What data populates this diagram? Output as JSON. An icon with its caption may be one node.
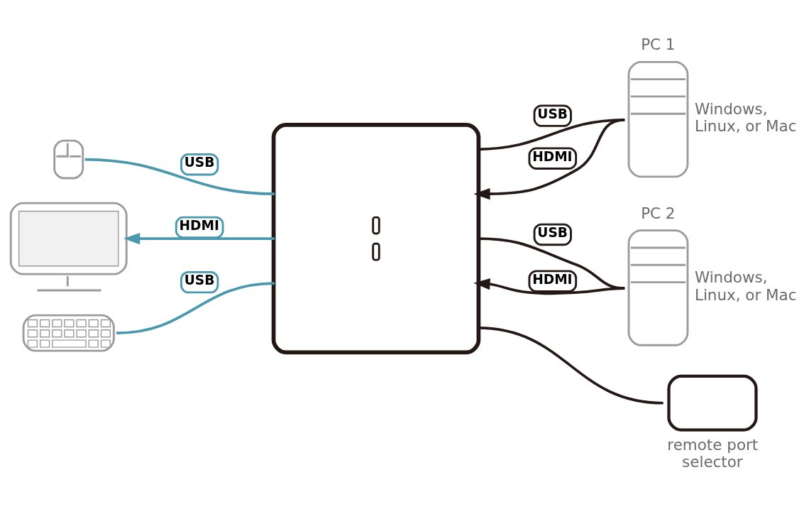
{
  "diagram": {
    "nodes": [
      {
        "text": [],
        "shape": "picture"
      },
      {
        "text": [],
        "shape": "picture"
      },
      {
        "text": [],
        "shape": "picture"
      },
      {
        "text": [],
        "shape": "picture"
      },
      {
        "text": [
          "PC 1"
        ],
        "beside": [
          "Windows, Linux, or Mac"
        ]
      },
      {
        "text": [
          "PC 2"
        ],
        "beside": [
          "Windows, Linux, or Mac"
        ]
      },
      {
        "text": [
          "remote port selector"
        ]
      }
    ],
    "edges": [
      {
        "from": 0,
        "to": 3,
        "arrow": "none",
        "label": "USB",
        "color": "#4a98ae"
      },
      {
        "from": 3,
        "to": 1,
        "arrow": "to",
        "label": "HDMI",
        "color": "#4a98ae"
      },
      {
        "from": 2,
        "to": 3,
        "arrow": "none",
        "label": "USB",
        "color": "#4a98ae"
      },
      {
        "from": 3,
        "to": 4,
        "arrow": "none",
        "label": "USB"
      },
      {
        "from": 4,
        "to": 3,
        "arrow": "to",
        "label": "HDMI"
      },
      {
        "from": 3,
        "to": 5,
        "arrow": "none",
        "label": "USB"
      },
      {
        "from": 5,
        "to": 3,
        "arrow": "to",
        "label": "HDMI"
      },
      {
        "from": 3,
        "to": 6,
        "arrow": "none"
      }
    ]
  }
}
